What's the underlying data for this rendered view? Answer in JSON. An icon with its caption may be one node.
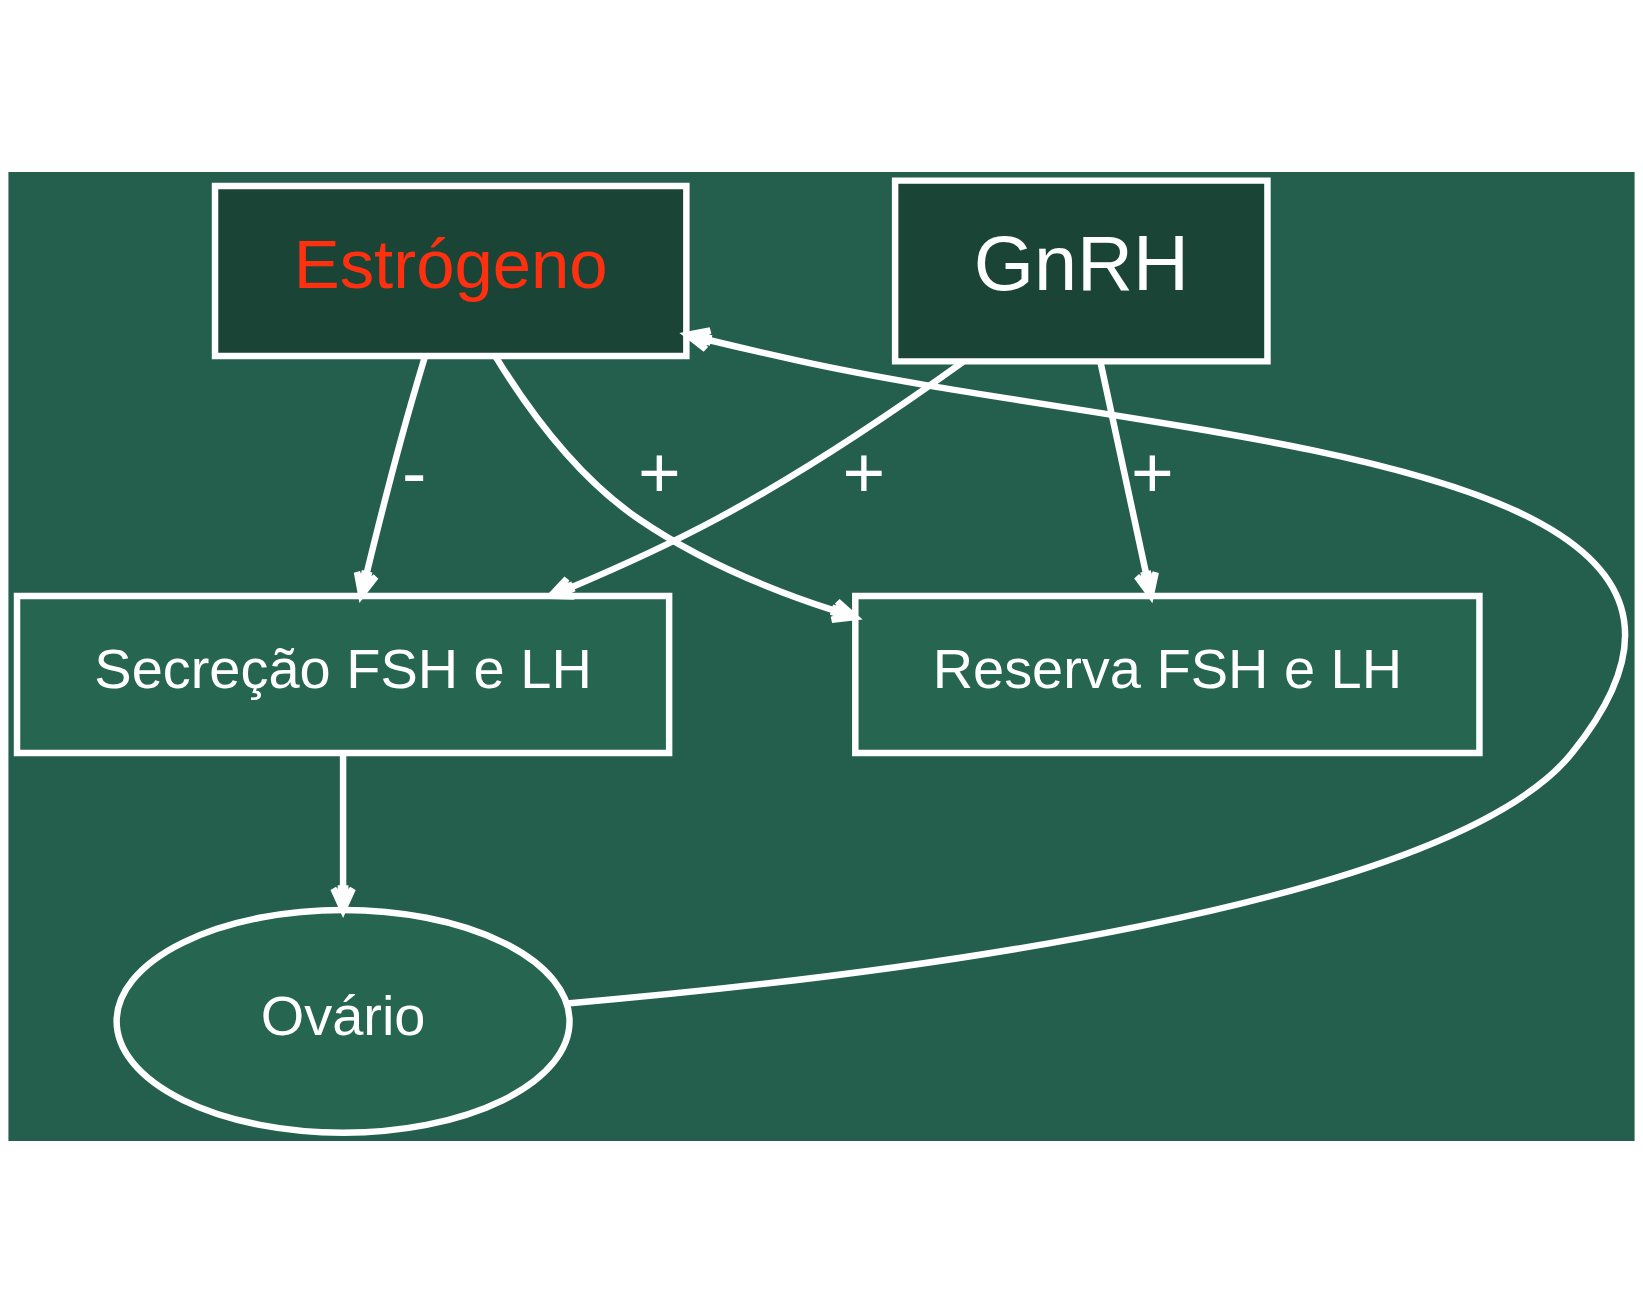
{
  "diagram": {
    "nodes": [
      {
        "text": [
          "Reserva FSH e LH"
        ]
      },
      {
        "text": [
          "Estrógeno"
        ]
      },
      {
        "text": [
          "GnRH"
        ]
      },
      {
        "text": [
          "Secreção FSH e LH"
        ]
      },
      {
        "text": [
          "Ovário"
        ]
      }
    ],
    "edges": [
      {
        "from": 1,
        "to": 0,
        "arrow": "to",
        "label": "+"
      },
      {
        "from": 2,
        "to": 0,
        "arrow": "to",
        "label": "+"
      },
      {
        "from": 1,
        "to": 3,
        "arrow": "to",
        "label": "-"
      },
      {
        "from": 2,
        "to": 3,
        "arrow": "to",
        "label": "+"
      },
      {
        "from": 3,
        "to": 4,
        "arrow": "to"
      },
      {
        "from": 4,
        "to": 1,
        "arrow": "to"
      }
    ]
  }
}
